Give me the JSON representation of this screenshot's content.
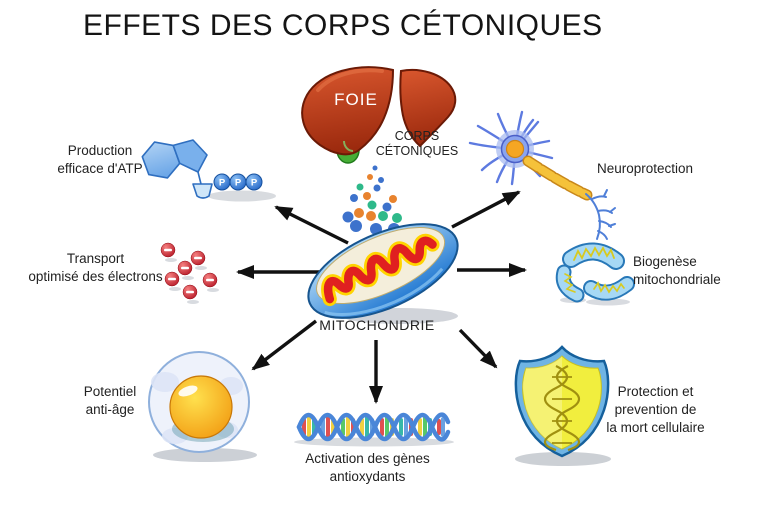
{
  "title": "EFFETS DES CORPS CÉTONIQUES",
  "liver": {
    "label": "FOIE",
    "output_label": "CORPS\nCÉTONIQUES"
  },
  "center": {
    "label": "MITOCHONDRIE"
  },
  "atp": {
    "phosphate_letter": "P"
  },
  "effects": {
    "atp": "Production\nefficace d'ATP",
    "electrons": "Transport\noptimisé des électrons",
    "anti_age": "Potentiel\nanti-âge",
    "genes": "Activation des gènes\nantioxydants",
    "cell_death": "Protection et\nprevention de\nla mort cellulaire",
    "biogenesis": "Biogenèse\nmitochondriale",
    "neuroprotection": "Neuroprotection"
  },
  "palette": {
    "background": "#ffffff",
    "text": "#1f1f1f",
    "arrow": "#111111",
    "liver_red": "#c0391b",
    "gallbladder_green": "#46ad35",
    "ketone_blue": "#3d72cc",
    "ketone_orange": "#e8832e",
    "ketone_teal": "#2eb98a",
    "mito_blue": "#2e7fd2",
    "mito_inner_cream": "#f4eedb",
    "cristae_red": "#e02020",
    "cristae_yellow": "#ffd400",
    "electron_red": "#c81a28",
    "atp_blue": "#a8cdf4",
    "phosphate_blue": "#2f7fe0",
    "egg_yolk": "#f7b31a",
    "egg_white": "#eef2fb",
    "dna_strand": "#4a86d8",
    "shield_yellow": "#f1ee3e",
    "shield_border": "#15609c",
    "neuron_blue": "#5d7ae0",
    "neuron_nucleus": "#f5a623",
    "axon_yellow": "#f5c23a",
    "shadow_gray": "#d4d7db"
  }
}
